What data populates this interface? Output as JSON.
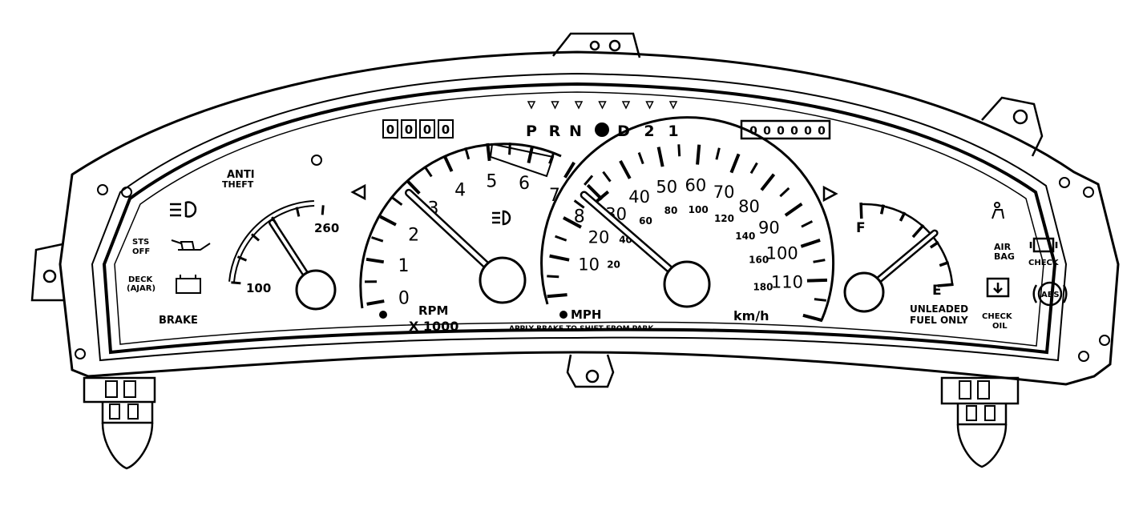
{
  "odometer_left": "0000",
  "odometer_right": "000000",
  "prndl": [
    "P",
    "R",
    "N",
    "D",
    "2",
    "1"
  ],
  "tachometer": {
    "ticks": [
      "0",
      "1",
      "2",
      "3",
      "4",
      "5",
      "6",
      "7",
      "8"
    ],
    "unit": "RPM",
    "multiplier": "X 1000"
  },
  "speedometer": {
    "mph": [
      "10",
      "20",
      "30",
      "40",
      "50",
      "60",
      "70",
      "80",
      "90",
      "100",
      "110"
    ],
    "kmh": [
      "20",
      "40",
      "60",
      "80",
      "100",
      "120",
      "140",
      "160",
      "180"
    ],
    "unit_mph": "MPH",
    "unit_kmh": "km/h"
  },
  "temp_gauge": {
    "low": "100",
    "high": "260"
  },
  "fuel_gauge": {
    "full": "F",
    "empty": "E",
    "note1": "UNLEADED",
    "note2": "FUEL ONLY"
  },
  "labels": {
    "anti_theft_1": "ANTI",
    "anti_theft_2": "THEFT",
    "sts_off_1": "STS",
    "sts_off_2": "OFF",
    "deck_ajar_1": "DECK",
    "deck_ajar_2": "(AJAR)",
    "brake": "BRAKE",
    "air_bag_1": "AIR",
    "air_bag_2": "BAG",
    "check": "CHECK",
    "check_oil_1": "CHECK",
    "check_oil_2": "OIL",
    "abs": "ABS",
    "apply_brake": "APPLY BRAKE TO SHIFT FROM PARK"
  },
  "icons": [
    "headlamp-icon",
    "oil-can-icon",
    "battery-icon",
    "turn-left-icon",
    "turn-right-icon",
    "high-beam-icon",
    "check-engine-icon",
    "seatbelt-icon",
    "abs-icon",
    "fuel-pump-icon"
  ]
}
